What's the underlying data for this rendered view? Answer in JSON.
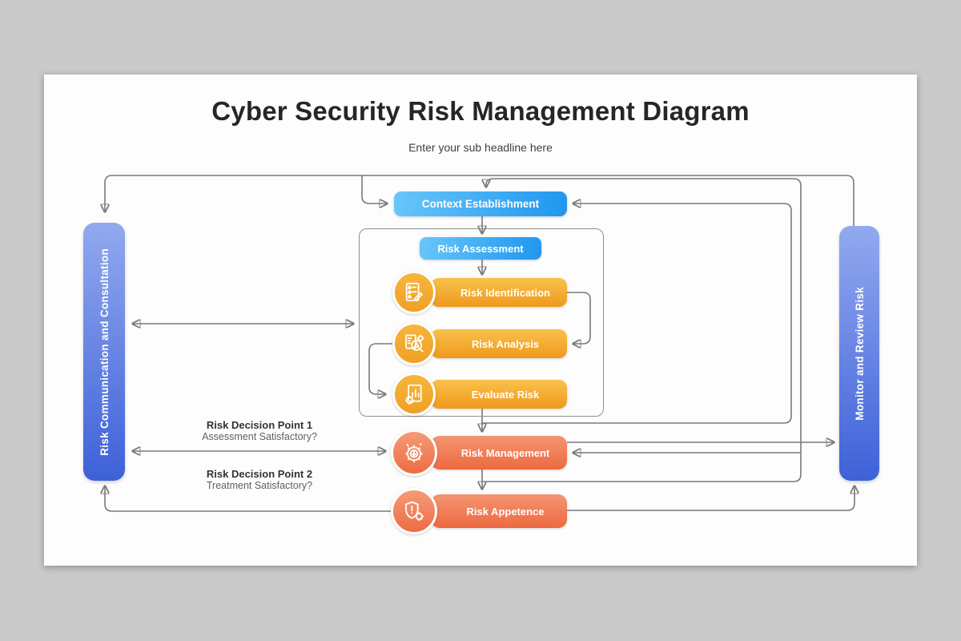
{
  "header": {
    "title": "Cyber Security Risk Management Diagram",
    "subtitle": "Enter your sub headline here"
  },
  "rails": {
    "left_label": "Risk Communication and Consultation",
    "right_label": "Monitor and Review Risk"
  },
  "flow": {
    "context_establishment": "Context Establishment",
    "assessment": {
      "title": "Risk Assessment",
      "steps": [
        {
          "label": "Risk Identification",
          "icon": "checklist-pencil-icon"
        },
        {
          "label": "Risk Analysis",
          "icon": "document-magnifier-warning-icon"
        },
        {
          "label": "Evaluate Risk",
          "icon": "report-chart-gear-icon"
        }
      ]
    },
    "management": {
      "label": "Risk Management",
      "icon": "gear-download-icon"
    },
    "appetence": {
      "label": "Risk Appetence",
      "icon": "shield-alert-gear-icon"
    }
  },
  "decision_points": [
    {
      "title": "Risk Decision Point 1",
      "question": "Assessment Satisfactory?"
    },
    {
      "title": "Risk Decision Point 2",
      "question": "Treatment Satisfactory?"
    }
  ],
  "colors": {
    "blue_light": "#69c6f9",
    "blue_dark": "#1f96ef",
    "rail_light": "#92a9ef",
    "rail_dark": "#3e61d8",
    "amber_light": "#f9c14b",
    "amber_dark": "#ef991d",
    "coral_light": "#f49571",
    "coral_dark": "#ed6940",
    "connector_gray": "#7a7a7a",
    "title_color": "#262626"
  }
}
